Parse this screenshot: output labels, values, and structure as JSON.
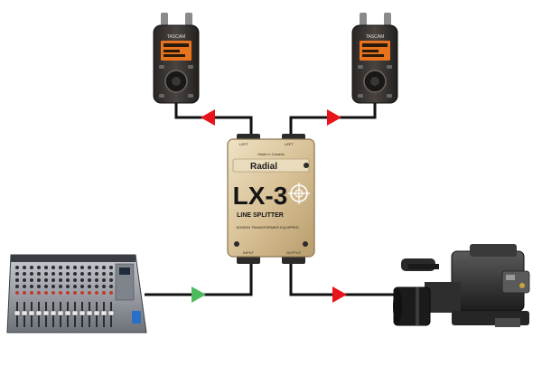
{
  "recorder_left": {
    "brand": "TASCAM"
  },
  "recorder_right": {
    "brand": "TASCAM"
  },
  "splitter": {
    "brand": "Radial",
    "model": "LX-3",
    "subtitle": "LINE SPLITTER",
    "tagline": "JENSEN TRANSFORMER EQUIPPED",
    "made_in": "Made in Canada",
    "jack_label_left_out": "LEFT",
    "jack_label_right_out": "LEFT",
    "jack_label_input": "INPUT",
    "jack_label_output": "OUTPUT"
  },
  "colors": {
    "wire": "#111111",
    "arrow_output": "#e8141c",
    "arrow_input": "#4cbb5e",
    "splitter_body": "#d9c39a"
  }
}
